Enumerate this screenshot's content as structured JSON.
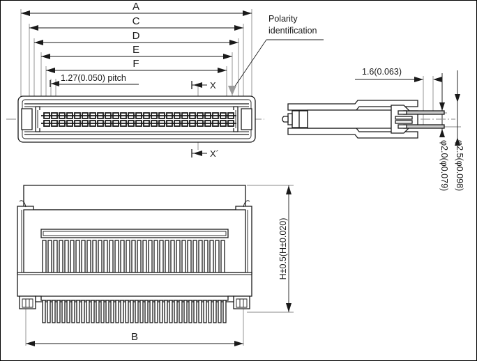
{
  "drawing": {
    "title": "Connector outline dimension drawing",
    "views": {
      "top": {
        "name": "top-plan-view"
      },
      "side": {
        "name": "side-elevation-view"
      },
      "front": {
        "name": "front-elevation-view"
      }
    }
  },
  "dimensions": {
    "a": "A",
    "b": "B",
    "c": "C",
    "d": "D",
    "e": "E",
    "f": "F",
    "pitch": "1.27(0.050) pitch",
    "section_x": "X",
    "section_x_prime": "X´",
    "side_width": "1.6(0.063)",
    "hole_small": "φ2.0(φ0.079)",
    "hole_large": "φ2.5(φ0.098)",
    "height": "H±0.5(H±0.020)"
  },
  "annotations": {
    "polarity_line1": "Polarity",
    "polarity_line2": "identification"
  },
  "colors": {
    "line": "#1a1a1a",
    "extension": "#8a8a8a",
    "marker": "#9a9a9a",
    "background": "#ffffff"
  },
  "counts": {
    "contact_columns": 25,
    "contact_rows": 2,
    "front_fins": 33,
    "front_pins": 38
  }
}
